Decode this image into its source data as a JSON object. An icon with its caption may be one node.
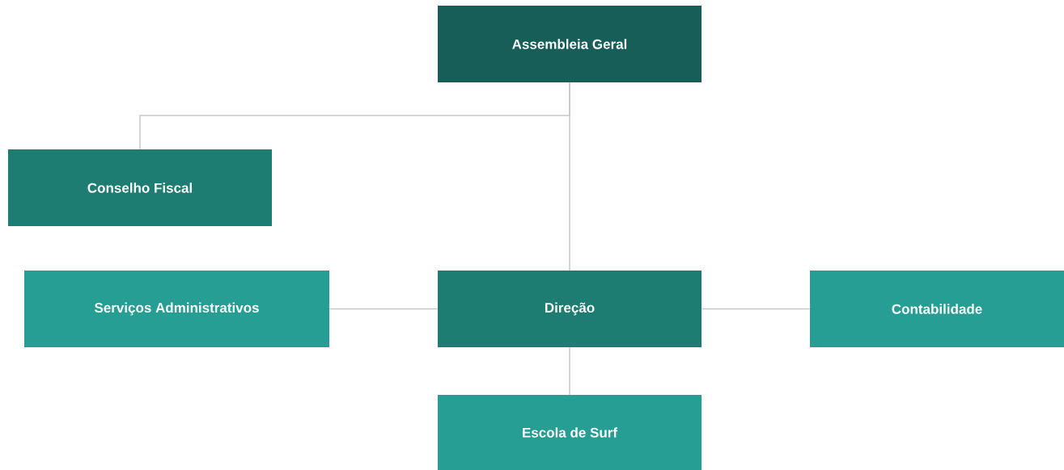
{
  "diagram": {
    "nodes": [
      {
        "text": [
          "Assembleia Geral"
        ]
      },
      {
        "text": [
          "Conselho Fiscal"
        ]
      },
      {
        "text": [
          "Serviços Administrativos"
        ]
      },
      {
        "text": [
          "Direção"
        ]
      },
      {
        "text": [
          "Contabilidade"
        ]
      },
      {
        "text": [
          "Escola de Surf"
        ]
      }
    ],
    "edges": [
      {
        "from": 0,
        "to": 1,
        "arrow": "none"
      },
      {
        "from": 0,
        "to": 3,
        "arrow": "none"
      },
      {
        "from": 3,
        "to": 2,
        "arrow": "none"
      },
      {
        "from": 3,
        "to": 4,
        "arrow": "none"
      },
      {
        "from": 3,
        "to": 5,
        "arrow": "none"
      }
    ]
  }
}
